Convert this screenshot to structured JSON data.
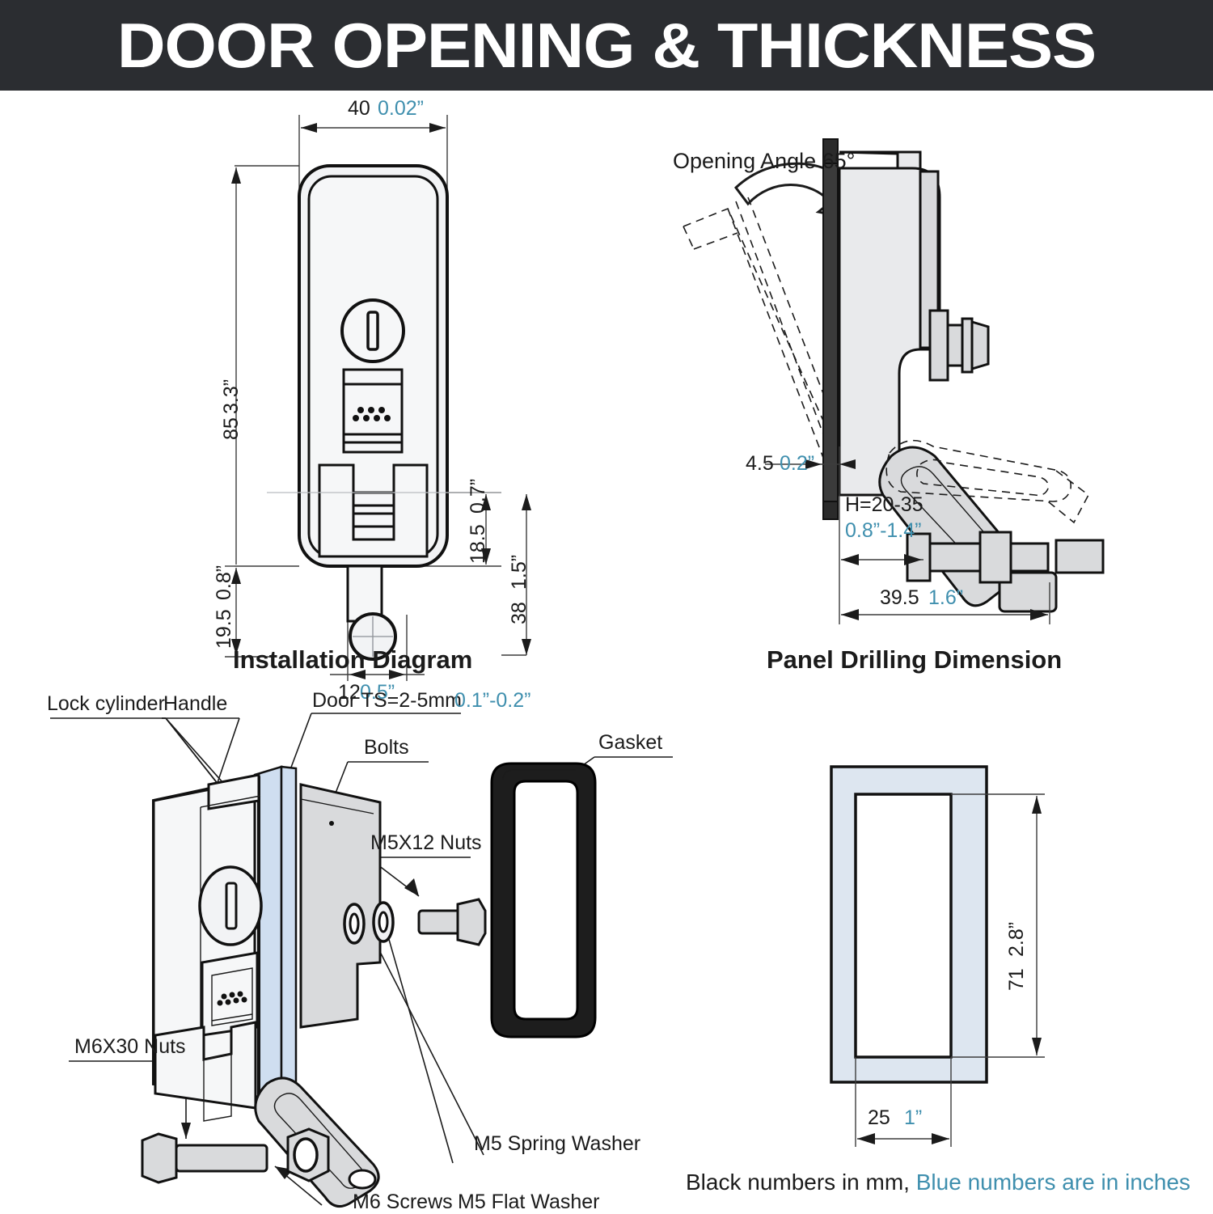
{
  "header": {
    "title": "DOOR OPENING & THICKNESS",
    "bg": "#2b2d31",
    "fg": "#ffffff"
  },
  "colors": {
    "mm_black": "#1b1b1b",
    "inch_blue": "#3f8fae",
    "panel_blue": "#dde6f0",
    "door_blue": "#cfdef0"
  },
  "front_view": {
    "name": "Front view with dimensions",
    "dims": {
      "width_mm": "40",
      "width_in": "0.02”",
      "height_mm": "85",
      "height_in": "3.3”",
      "offset_mm": "19.5",
      "offset_in": "0.8”",
      "inner_mm": "18.5",
      "inner_in": "0.7”",
      "total_mm": "38",
      "total_in": "1.5”",
      "shaft_mm": "12",
      "shaft_in": "0.5”"
    }
  },
  "side_view": {
    "name": "Side view with opening angle",
    "opening_angle_label": "Opening Angle 65°",
    "dims": {
      "thickness_mm": "4.5",
      "thickness_in": "0.2”",
      "h_range_mm": "H=20-35",
      "h_range_in": "0.8”-1.4”",
      "reach_mm": "39.5",
      "reach_in": "1.6”"
    }
  },
  "installation": {
    "title": "Installation Diagram",
    "labels": {
      "lock_cylinder": "Lock cylinder",
      "handle": "Handle",
      "door_ts_mm": "Door TS=2-5mm",
      "door_ts_in": "0.1”-0.2”",
      "bolts": "Bolts",
      "gasket": "Gasket",
      "m5x12_nuts": "M5X12 Nuts",
      "m6x30_nuts": "M6X30 Nuts",
      "m6_screws": "M6 Screws",
      "m5_flat_washer": "M5 Flat Washer",
      "m5_spring_washer": "M5 Spring Washer"
    }
  },
  "drilling": {
    "title": "Panel Drilling Dimension",
    "dims": {
      "height_mm": "71",
      "height_in": "2.8”",
      "width_mm": "25",
      "width_in": "1”"
    }
  },
  "footer": {
    "black_part": "Black numbers in mm, ",
    "blue_part": "Blue numbers are in inches"
  }
}
